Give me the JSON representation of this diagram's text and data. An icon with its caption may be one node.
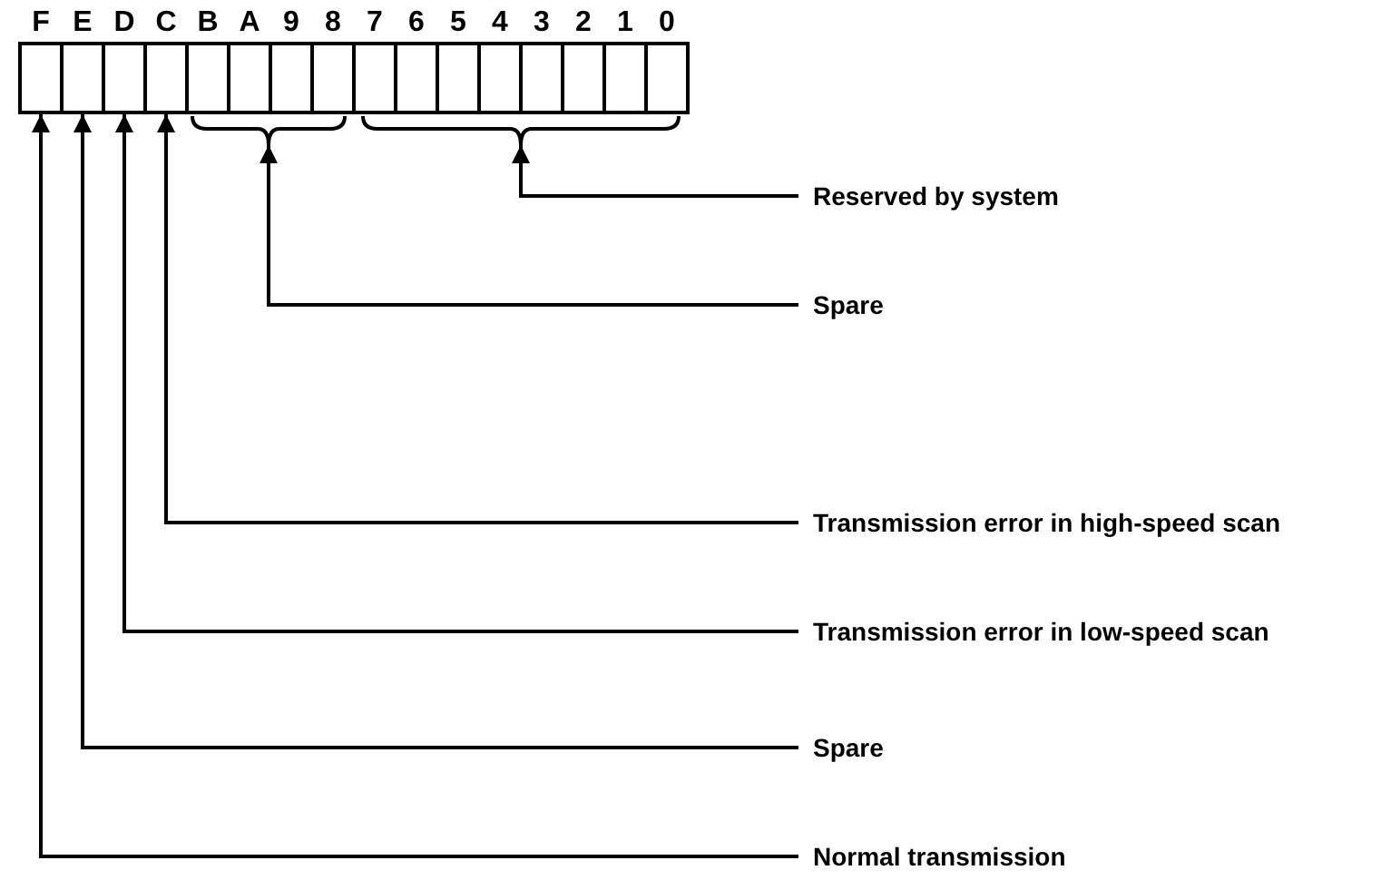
{
  "diagram": {
    "nodes": [
      {
        "text": [
          "F"
        ]
      },
      {
        "text": [
          "E"
        ]
      },
      {
        "text": [
          "D"
        ]
      },
      {
        "text": [
          "C"
        ]
      },
      {
        "text": [
          "B"
        ]
      },
      {
        "text": [
          "A"
        ]
      },
      {
        "text": [
          "9"
        ]
      },
      {
        "text": [
          "8"
        ]
      },
      {
        "text": [
          "7"
        ]
      },
      {
        "text": [
          "6"
        ]
      },
      {
        "text": [
          "5"
        ]
      },
      {
        "text": [
          "4"
        ]
      },
      {
        "text": [
          "3"
        ]
      },
      {
        "text": [
          "2"
        ]
      },
      {
        "text": [
          "1"
        ]
      },
      {
        "text": [
          "0"
        ]
      },
      {
        "text": [],
        "shape": "brace"
      },
      {
        "text": [],
        "shape": "brace"
      },
      {
        "text": [
          "Reserved by system"
        ]
      },
      {
        "text": [
          "Spare"
        ]
      },
      {
        "text": [
          "Transmission error in high-speed scan"
        ]
      },
      {
        "text": [
          "Transmission error in low-speed scan"
        ]
      },
      {
        "text": [
          "Spare"
        ]
      },
      {
        "text": [
          "Normal transmission"
        ]
      }
    ],
    "edges": [
      {
        "from": 18,
        "to": 17,
        "arrow": "to"
      },
      {
        "from": 19,
        "to": 16,
        "arrow": "to"
      },
      {
        "from": 20,
        "to": 3,
        "arrow": "to"
      },
      {
        "from": 21,
        "to": 2,
        "arrow": "to"
      },
      {
        "from": 22,
        "to": 1,
        "arrow": "to"
      },
      {
        "from": 23,
        "to": 0,
        "arrow": "to"
      }
    ]
  }
}
